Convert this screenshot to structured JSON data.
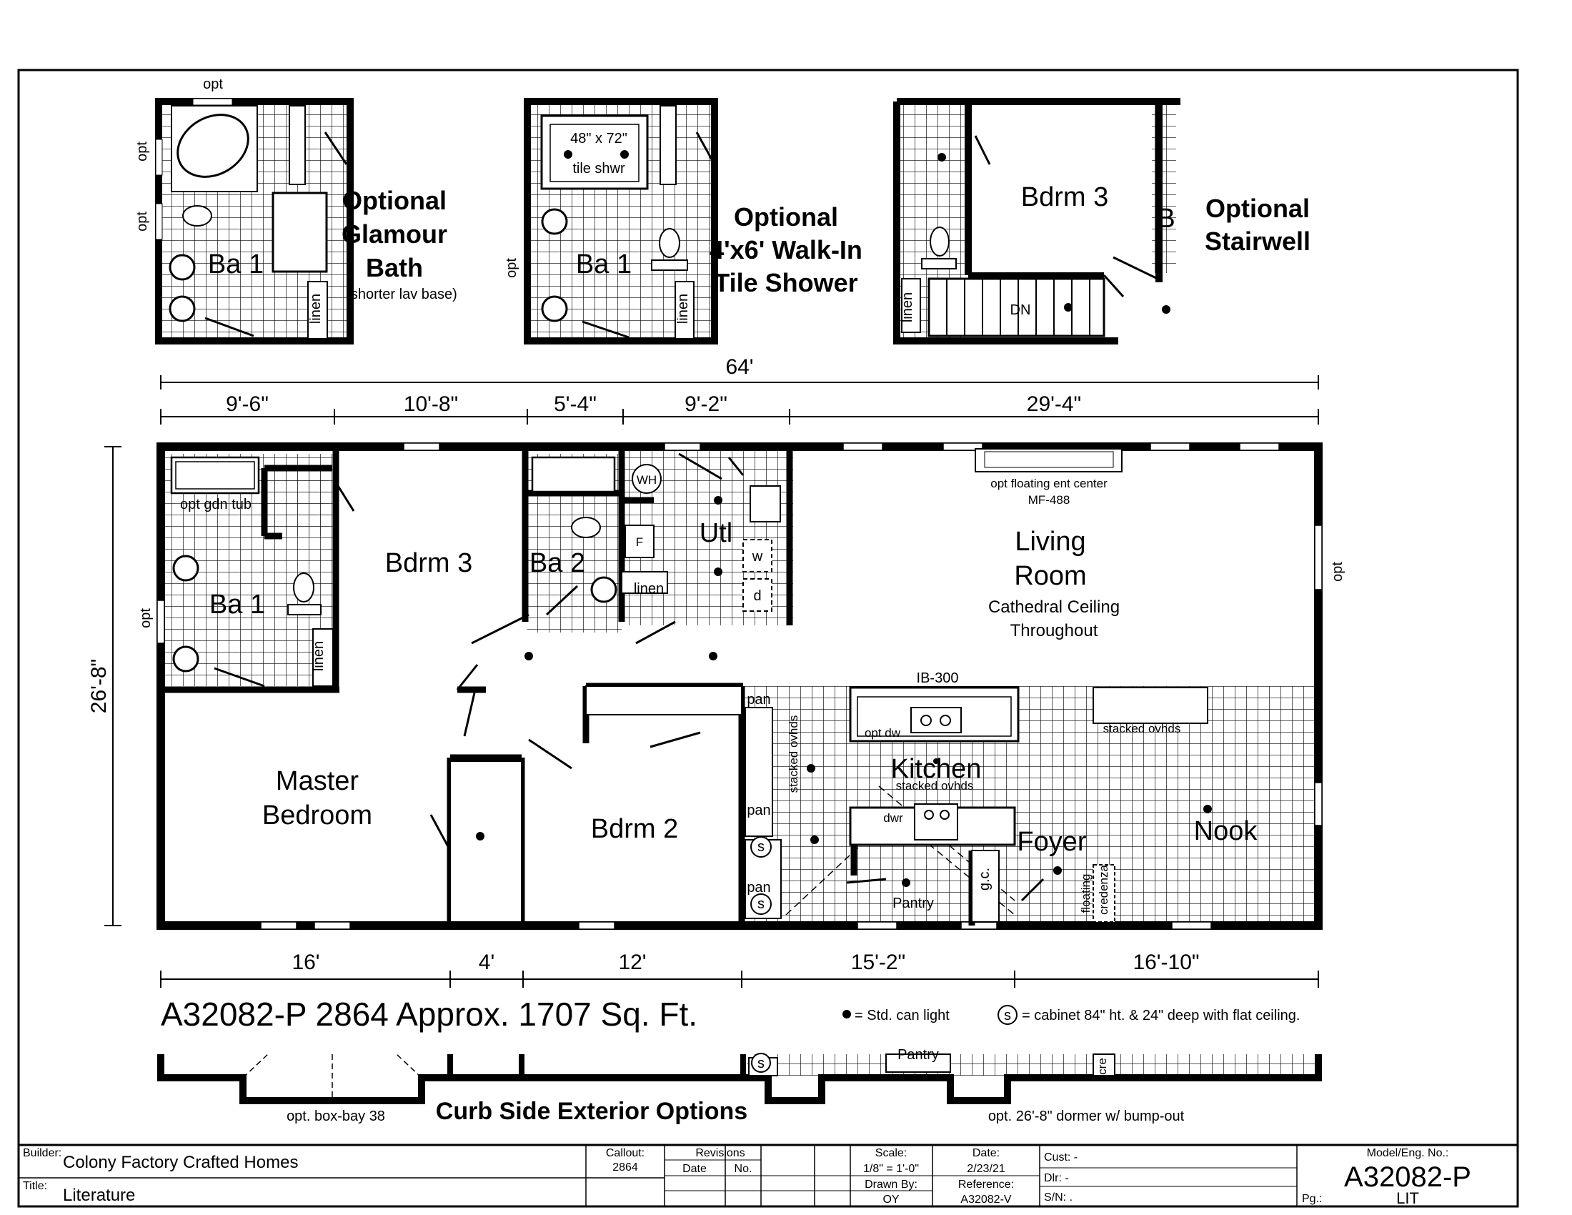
{
  "options": {
    "glamour": {
      "title1": "Optional",
      "title2": "Glamour",
      "title3": "Bath",
      "note": "(shorter lav base)",
      "ba": "Ba 1",
      "opt_top": "opt",
      "opt_left1": "opt",
      "opt_left2": "opt",
      "linen": "linen"
    },
    "walkin": {
      "title1": "Optional",
      "title2": "4'x6' Walk-In",
      "title3": "Tile Shower",
      "shower1": "48\" x 72\"",
      "shower2": "tile shwr",
      "ba": "Ba 1",
      "opt_left": "opt",
      "linen": "linen"
    },
    "stair": {
      "title1": "Optional",
      "title2": "Stairwell",
      "bdrm": "Bdrm 3",
      "b": "B",
      "dn": "DN",
      "linen": "linen"
    }
  },
  "dims": {
    "overall": "64'",
    "top": [
      "9'-6\"",
      "10'-8\"",
      "5'-4\"",
      "9'-2\"",
      "29'-4\""
    ],
    "bottom": [
      "16'",
      "4'",
      "12'",
      "15'-2\"",
      "16'-10\""
    ],
    "depth": "26'-8\""
  },
  "rooms": {
    "ba1": "Ba 1",
    "gdn_tub": "opt gdn tub",
    "linen1": "linen",
    "opt_left": "opt",
    "bdrm3": "Bdrm 3",
    "ba2": "Ba 2",
    "linen2": "linen",
    "utl": "Utl",
    "wh": "WH",
    "f": "F",
    "w": "w",
    "d": "d",
    "ent1": "opt floating ent center",
    "ent2": "MF-488",
    "living1": "Living",
    "living2": "Room",
    "living3": "Cathedral Ceiling",
    "living4": "Throughout",
    "opt_right": "opt",
    "ib": "IB-300",
    "optdw": "opt dw",
    "stacked1": "stacked ovhds",
    "stacked2": "stacked ovhds",
    "stacked3": "stacked ovhds",
    "kitchen": "Kitchen",
    "dwr": "dwr",
    "pantry": "Pantry",
    "gc": "g.c.",
    "foyer": "Foyer",
    "floating": "floating",
    "credenza": "credenza",
    "nook": "Nook",
    "pan1": "pan",
    "pan2": "pan",
    "pan3": "pan",
    "s": "s",
    "master1": "Master",
    "master2": "Bedroom",
    "bdrm2": "Bdrm 2"
  },
  "caption": "A32082-P 2864 Approx. 1707 Sq. Ft.",
  "legend": {
    "can": "= Std. can light",
    "cab": "= cabinet 84\" ht. & 24\" deep with flat ceiling."
  },
  "exterior": {
    "title": "Curb Side Exterior Options",
    "boxbay": "opt. box-bay 38",
    "dormer": "opt. 26'-8\" dormer w/ bump-out",
    "pantry": "Pantry",
    "cre": "cre"
  },
  "titleblock": {
    "builder_lbl": "Builder:",
    "builder": "Colony Factory Crafted Homes",
    "title_lbl": "Title:",
    "title": "Literature",
    "callout_lbl": "Callout:",
    "callout": "2864",
    "revisions": "Revisions",
    "date_col": "Date",
    "no_col": "No.",
    "scale_lbl": "Scale:",
    "scale": "1/8\" = 1'-0\"",
    "date_lbl": "Date:",
    "date": "2/23/21",
    "drawn_lbl": "Drawn By:",
    "drawn": "OY",
    "ref_lbl": "Reference:",
    "ref": "A32082-V",
    "cust": "Cust: -",
    "dlr": "Dlr:   -",
    "sn": "S/N:  .",
    "model_lbl": "Model/Eng. No.:",
    "model": "A32082-P",
    "pg_lbl": "Pg.:",
    "pg": "LIT"
  }
}
